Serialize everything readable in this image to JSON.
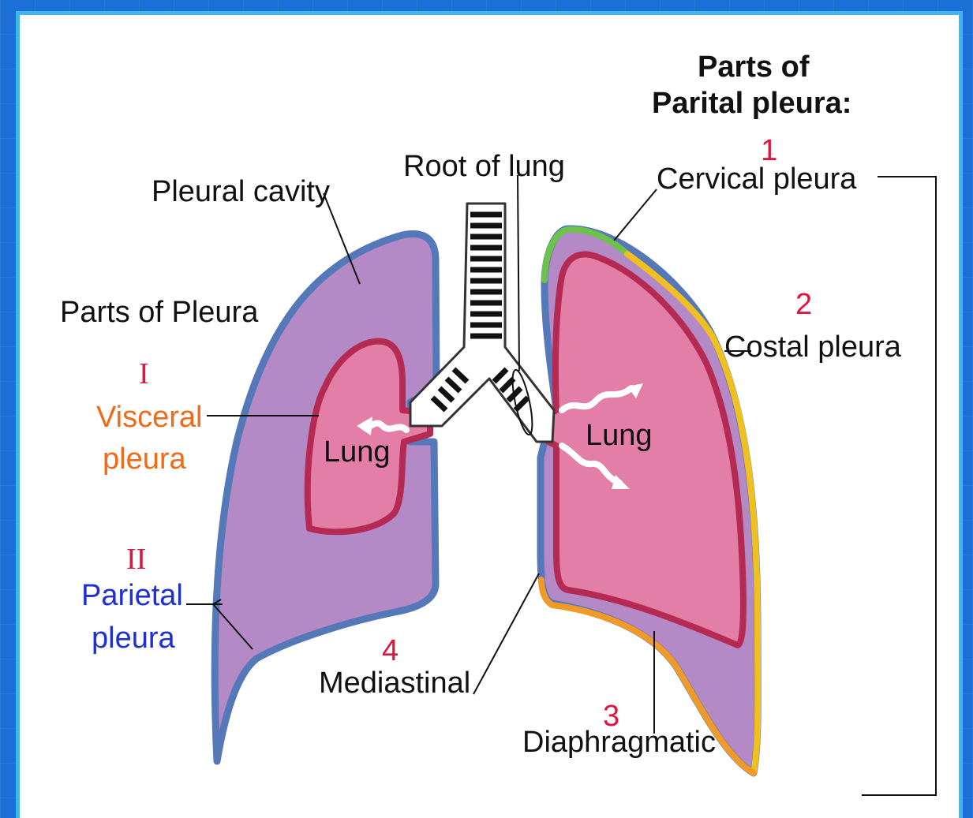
{
  "colors": {
    "background": "#1d6fd8",
    "frame_border": "#3fb5f2",
    "pleural_cavity": "#b48ac6",
    "lung_tissue": "#e37ea6",
    "visceral_line": "#b42a52",
    "parietal_line": "#5578b8",
    "cervical": "#6cc24a",
    "costal": "#f0c020",
    "diaphragmatic": "#f09a28",
    "visceral_text": "#f06a17",
    "parietal_text": "#1d2fd6",
    "number_text": "#e0143c"
  },
  "heading": {
    "line1": "Parts of",
    "line2": "Parital pleura:"
  },
  "labels": {
    "pleural_cavity": "Pleural cavity",
    "root_of_lung": "Root of lung",
    "parts_of_pleura": "Parts of Pleura",
    "left_lung": "Lung",
    "right_lung": "Lung",
    "cervical_pleura": "Cervical pleura",
    "costal_pleura": "Costal pleura",
    "mediastinal": "Mediastinal",
    "diaphragmatic": "Diaphragmatic"
  },
  "numerals": {
    "visceral": "I",
    "parietal": "II"
  },
  "numbers": {
    "cervical": "1",
    "costal": "2",
    "diaphragmatic": "3",
    "mediastinal": "4"
  },
  "visceral": {
    "line1": "Visceral",
    "line2": "pleura"
  },
  "parietal": {
    "line1": "Parietal",
    "line2": "pleura"
  }
}
